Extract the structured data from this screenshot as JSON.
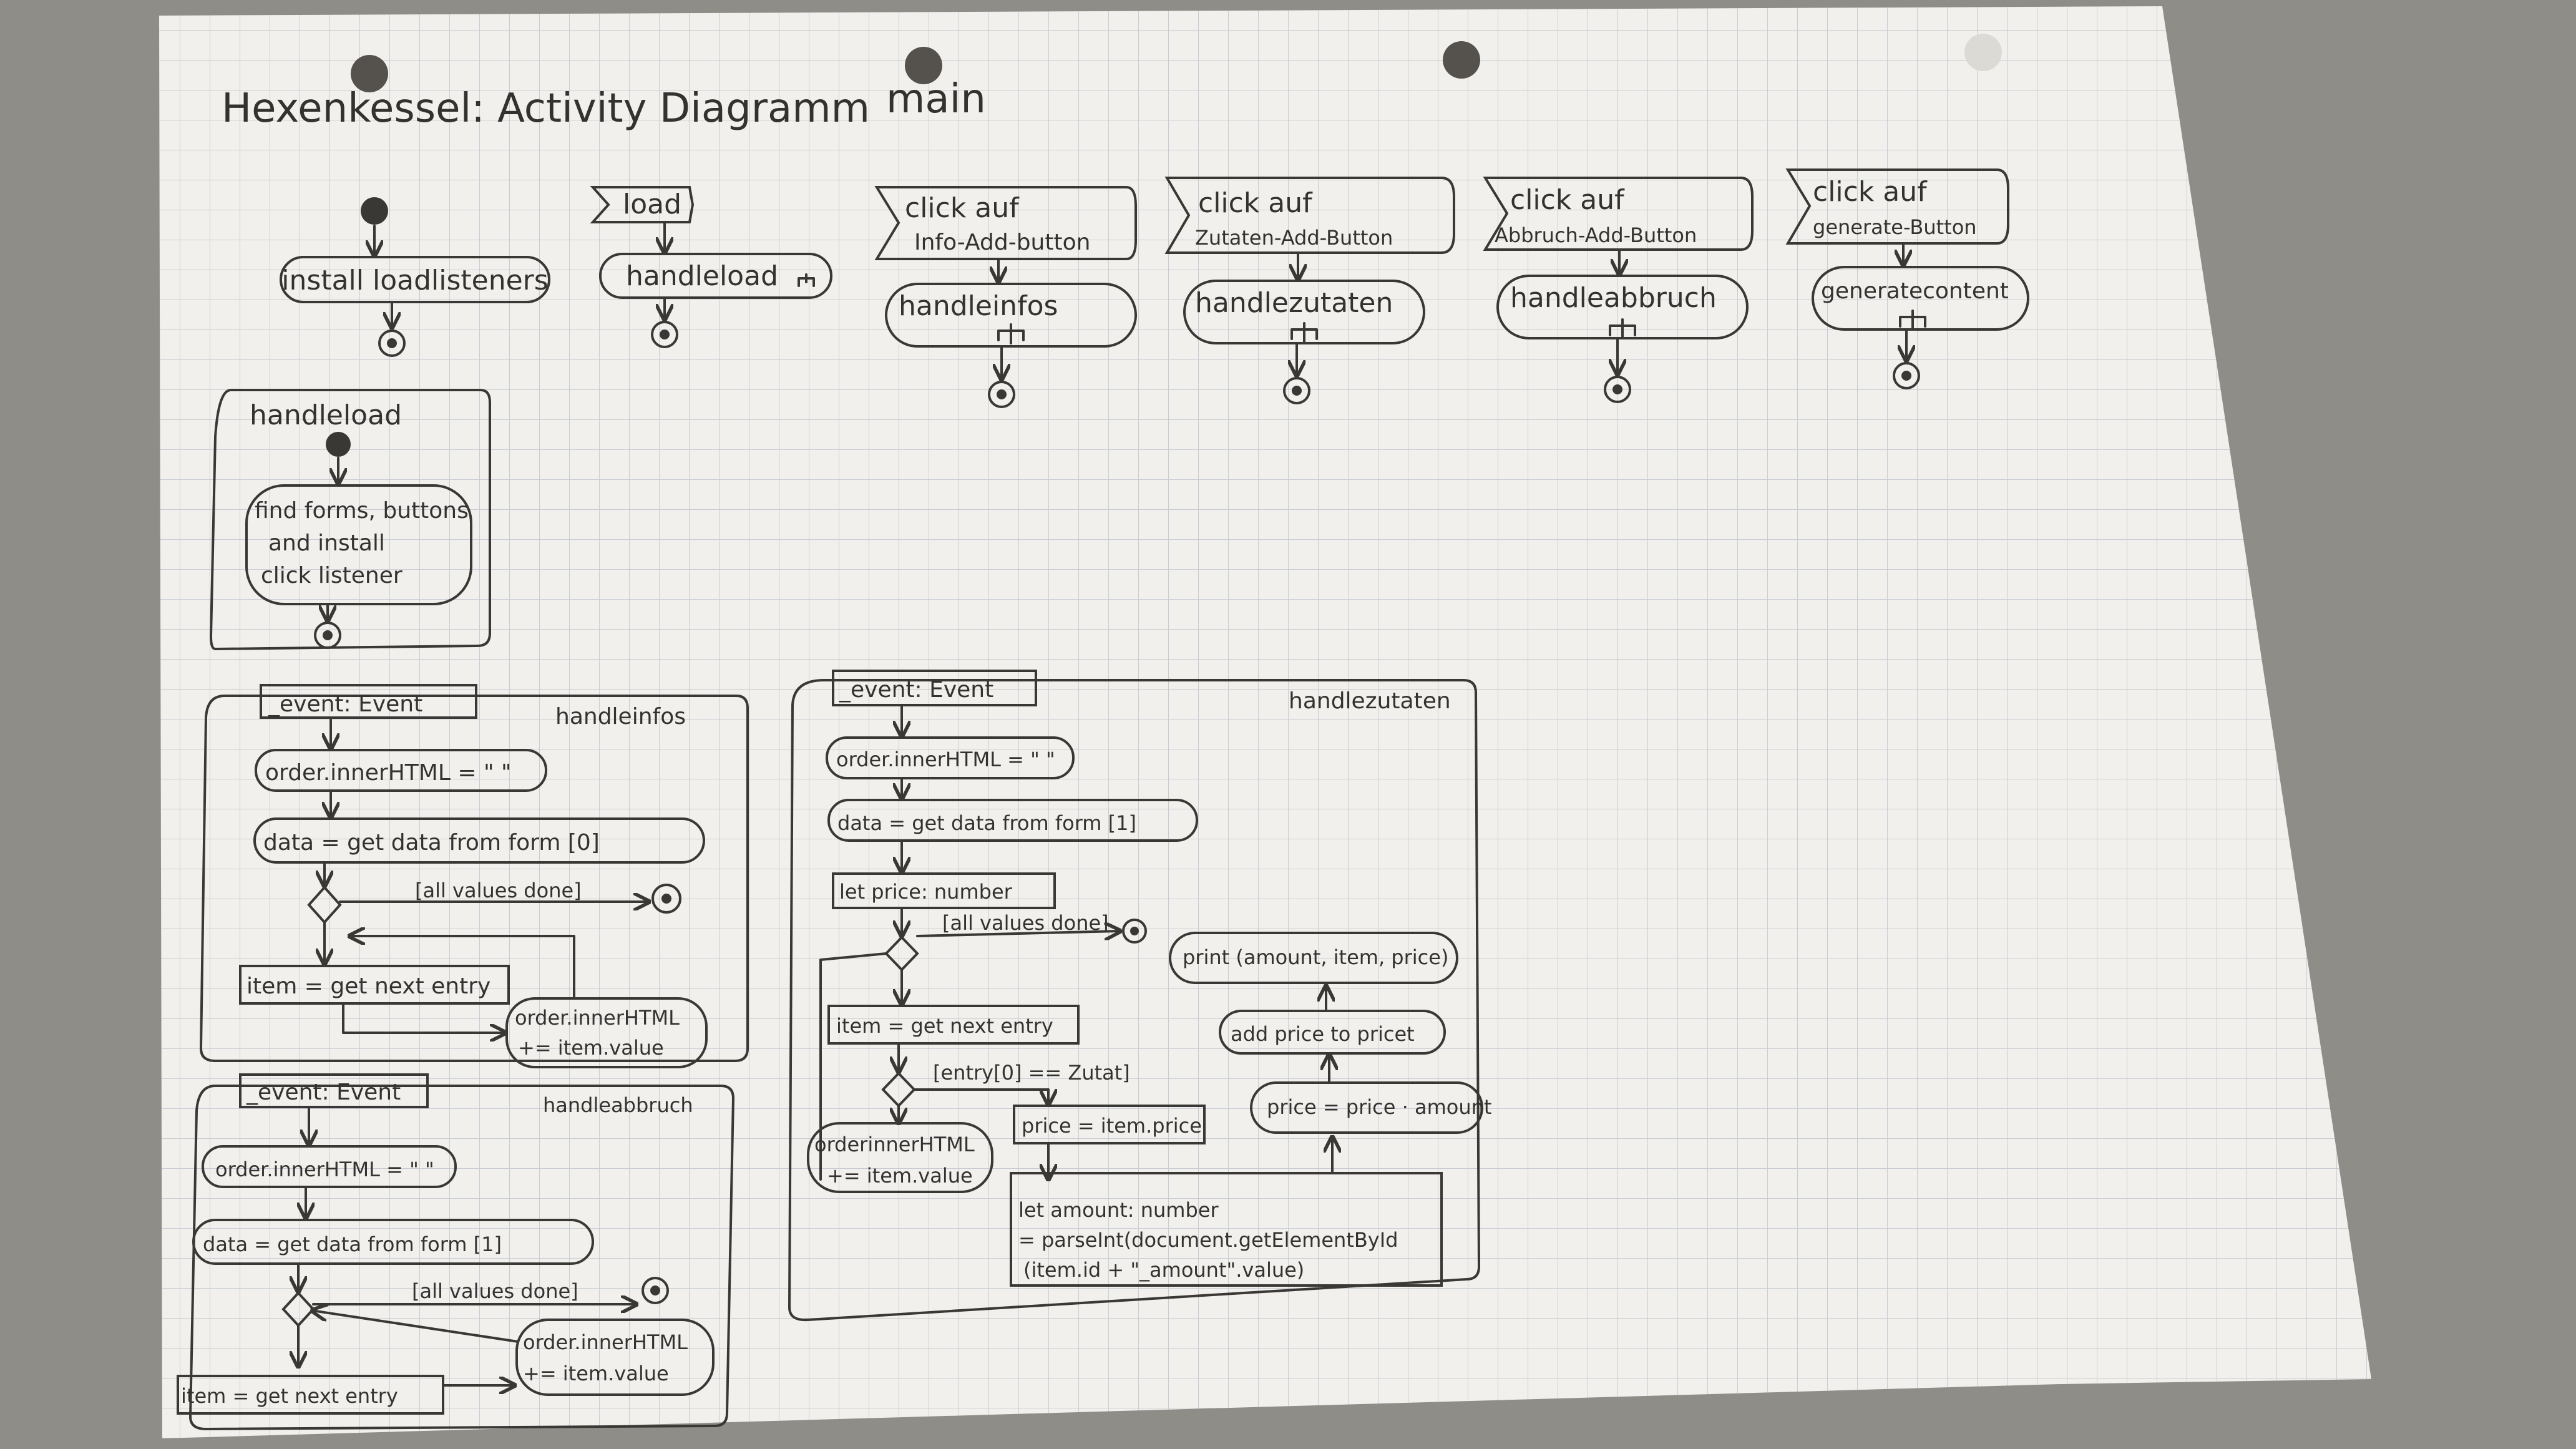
{
  "title": "Hexenkessel: Activity Diagramm",
  "main_label": "main",
  "lanes": {
    "start": {
      "action": "install loadlisteners"
    },
    "load": {
      "signal": "load",
      "action": "handleload"
    },
    "infos": {
      "signal_line1": "click auf",
      "signal_line2": "Info-Add-button",
      "action": "handleinfos"
    },
    "zutaten": {
      "signal_line1": "click auf",
      "signal_line2": "Zutaten-Add-Button",
      "action": "handlezutaten"
    },
    "abbruch": {
      "signal_line1": "click auf",
      "signal_line2": "Abbruch-Add-Button",
      "action": "handleabbruch"
    },
    "generate": {
      "signal_line1": "click auf",
      "signal_line2": "generate-Button",
      "action": "generatecontent"
    }
  },
  "handleload_box": {
    "title": "handleload",
    "action_line1": "find forms, buttons",
    "action_line2": "and install",
    "action_line3": "click listener"
  },
  "handleinfos_box": {
    "param": "_event: Event",
    "title": "handleinfos",
    "a1": "order.innerHTML = \" \"",
    "a2": "data = get data from form [0]",
    "guard": "[all values done]",
    "a3": "item = get next entry",
    "a4_line1": "order.innerHTML",
    "a4_line2": "+= item.value"
  },
  "handleabbruch_box": {
    "param": "_event: Event",
    "title": "handleabbruch",
    "a1": "order.innerHTML = \" \"",
    "a2": "data = get data from form [1]",
    "guard": "[all values done]",
    "a3": "item = get next entry",
    "a4_line1": "order.innerHTML",
    "a4_line2": "+= item.value"
  },
  "handlezutaten_box": {
    "param": "_event: Event",
    "title": "handlezutaten",
    "a1": "order.innerHTML = \" \"",
    "a2": "data = get data from form [1]",
    "a3": "let price: number",
    "guard1": "[all values done]",
    "a4": "item = get next entry",
    "guard2": "[entry[0] == Zutat]",
    "a5_line1": "orderinnerHTML",
    "a5_line2": "+= item.value",
    "a6": "price = item.price",
    "a7_line1": "let amount: number",
    "a7_line2": "= parseInt(document.getElementById",
    "a7_line3": "(item.id + \"_amount\".value)",
    "a8": "price = price · amount",
    "a9": "add price to pricet",
    "a10": "print (amount, item, price)"
  },
  "colors": {
    "paper": "#f1f0ec",
    "grid": "#c9cdd3",
    "ink": "#3a3835",
    "hole": "#55524e"
  }
}
